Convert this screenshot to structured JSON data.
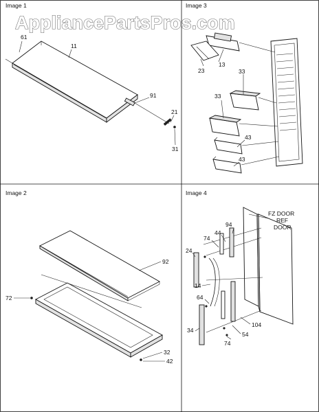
{
  "watermark": "AppliancePartsPros.com",
  "panels": [
    {
      "title": "Image 1",
      "parts": [
        "61",
        "11",
        "91",
        "21",
        "31"
      ]
    },
    {
      "title": "Image 3",
      "parts": [
        "13",
        "23",
        "33",
        "33",
        "43",
        "43"
      ]
    },
    {
      "title": "Image 2",
      "parts": [
        "92",
        "72",
        "32",
        "42"
      ]
    },
    {
      "title": "Image 4",
      "parts": [
        "FZ DOOR",
        "REF",
        "DOOR",
        "94",
        "44",
        "74",
        "24",
        "14",
        "64",
        "34",
        "54",
        "74",
        "104"
      ]
    }
  ]
}
